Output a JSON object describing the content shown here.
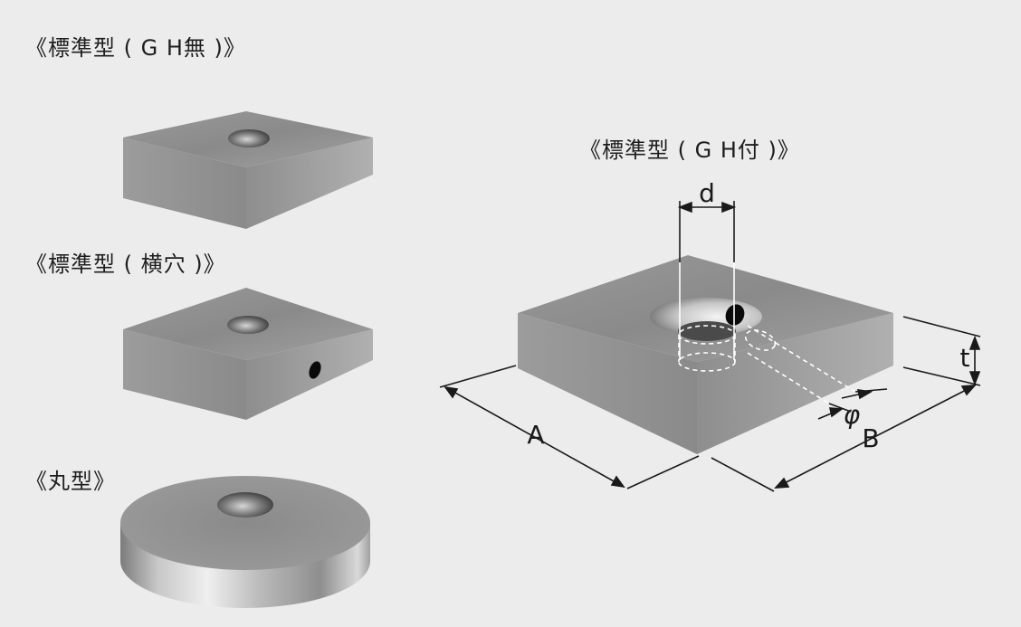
{
  "captions": {
    "standard_no_gh": "《標準型 ( G H無 )》",
    "standard_side_hole": "《標準型 ( 横穴 )》",
    "round": "《丸型》",
    "standard_with_gh": "《標準型 ( G H付 )》"
  },
  "dimensions": {
    "d": "d",
    "t": "t",
    "phi": "φ",
    "a": "A",
    "b": "B"
  },
  "colors": {
    "background": "#ececec",
    "top_face": "#8d8d8d",
    "front_face": "#939393",
    "side_face": "#a7a7a7",
    "hole": "#2f2f2f",
    "line": "#1a1a1a"
  }
}
